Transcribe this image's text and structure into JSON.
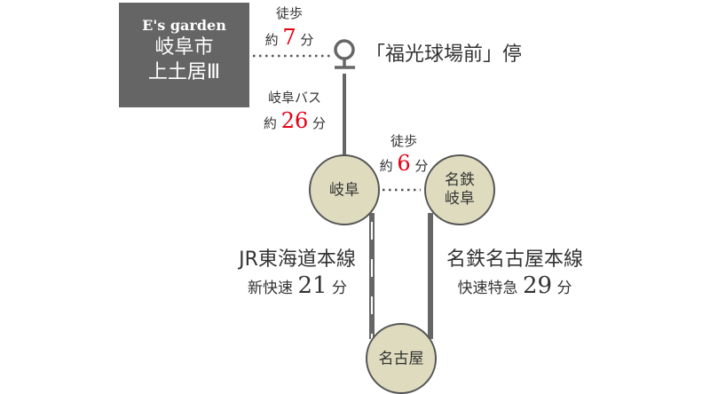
{
  "property": {
    "brand": "E's garden",
    "line1": "岐阜市",
    "line2": "上土居Ⅲ"
  },
  "walk1": {
    "label": "徒歩",
    "prefix": "約",
    "minutes": "7",
    "unit": "分"
  },
  "bus_stop": {
    "name": "「福光球場前」停"
  },
  "bus": {
    "label": "岐阜バス",
    "prefix": "約",
    "minutes": "26",
    "unit": "分"
  },
  "walk2": {
    "label": "徒歩",
    "prefix": "約",
    "minutes": "6",
    "unit": "分"
  },
  "stations": {
    "gifu": "岐阜",
    "meitetsu_gifu_1": "名鉄",
    "meitetsu_gifu_2": "岐阜",
    "nagoya": "名古屋"
  },
  "jr": {
    "line": "JR東海道本線",
    "service": "新快速",
    "minutes": "21",
    "unit": "分"
  },
  "meitetsu": {
    "line": "名鉄名古屋本線",
    "service": "快速特急",
    "minutes": "29",
    "unit": "分"
  },
  "colors": {
    "box": "#656565",
    "station_fill": "#dedbbf",
    "line": "#666666",
    "accent": "#e60012"
  }
}
